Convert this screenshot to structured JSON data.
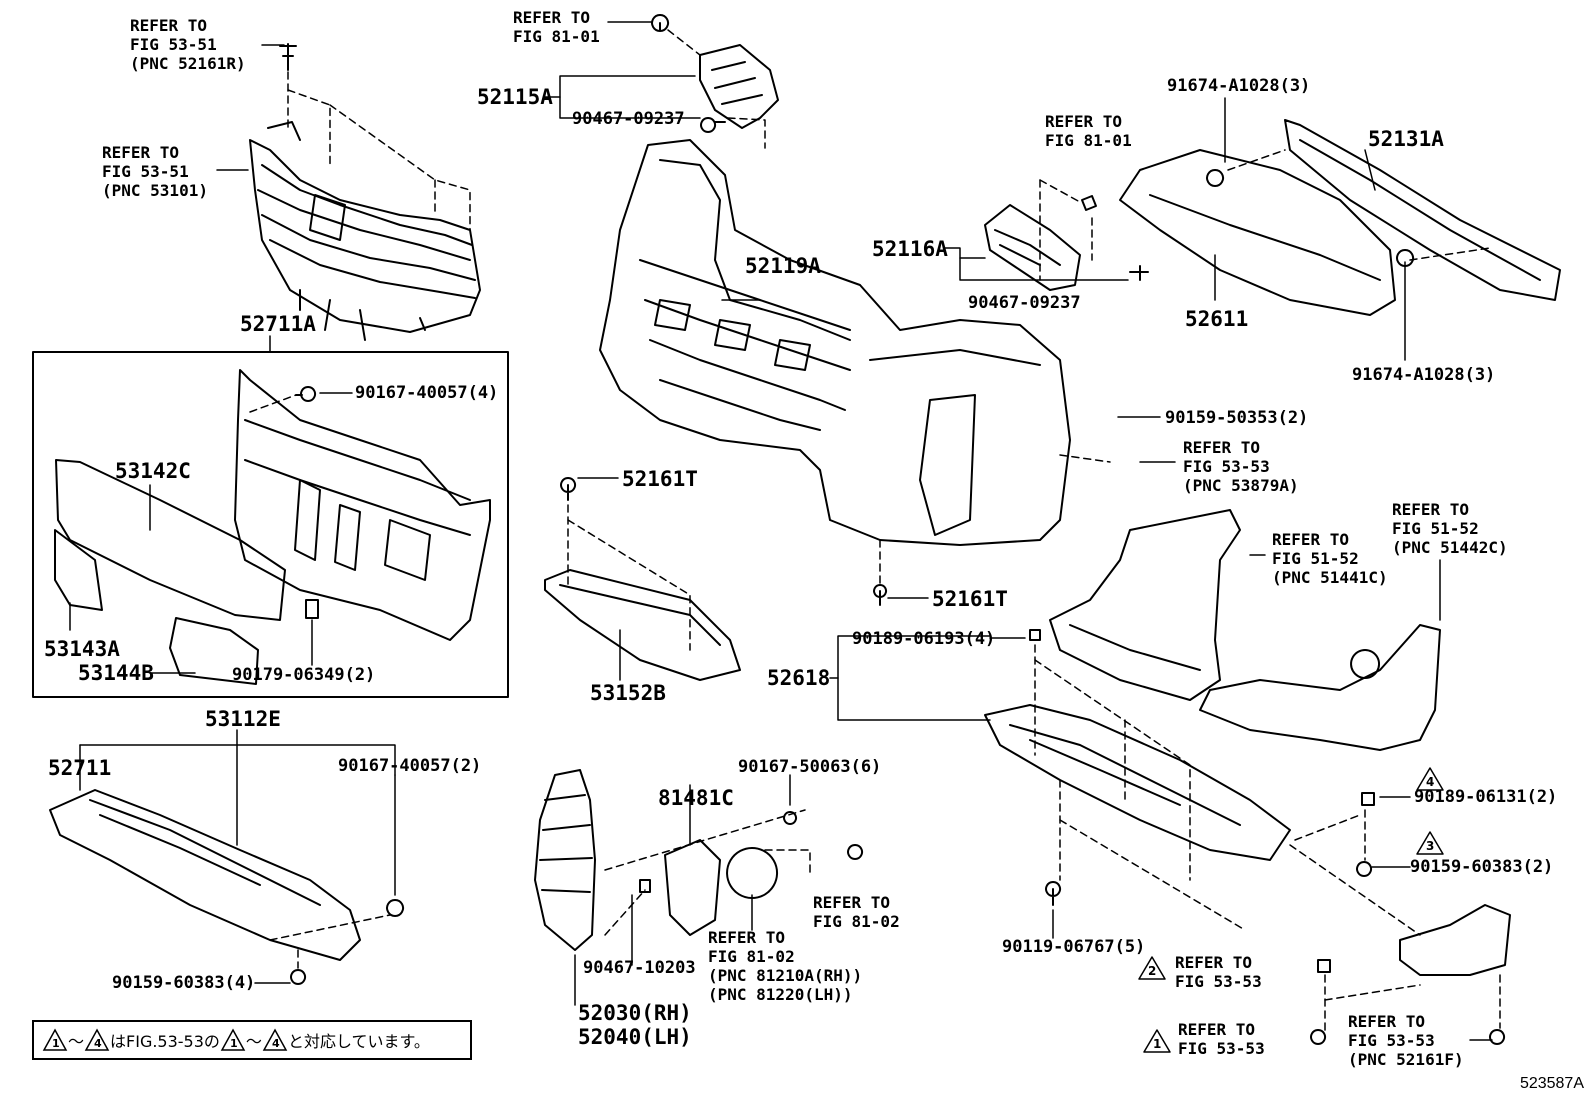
{
  "labels": {
    "l_53_51_r": [
      "REFER TO",
      "FIG 53-51",
      "(PNC 52161R)"
    ],
    "l_53_51_grille": [
      "REFER TO",
      "FIG 53-51",
      "(PNC 53101)"
    ],
    "l_81_01_top": [
      "REFER TO",
      "FIG 81-01"
    ],
    "p_52115A": "52115A",
    "p_90467_09237_a": "90467-09237",
    "p_52119A": "52119A",
    "l_81_01_mid": [
      "REFER TO",
      "FIG 81-01"
    ],
    "p_52116A": "52116A",
    "p_90467_09237_b": "90467-09237",
    "p_91674_top": "91674-A1028(3)",
    "p_52131A": "52131A",
    "p_52611": "52611",
    "p_91674_bot": "91674-A1028(3)",
    "p_52711A": "52711A",
    "p_90167_40057_4": "90167-40057(4)",
    "p_53142C": "53142C",
    "p_53143A": "53143A",
    "p_53144B": "53144B",
    "p_90179_06349": "90179-06349(2)",
    "p_90159_50353": "90159-50353(2)",
    "l_53_53_53879A": [
      "REFER TO",
      "FIG 53-53",
      "(PNC 53879A)"
    ],
    "p_52161T_a": "52161T",
    "p_52161T_b": "52161T",
    "l_51_52_51441C": [
      "REFER TO",
      "FIG 51-52",
      "(PNC 51441C)"
    ],
    "l_51_52_51442C": [
      "REFER TO",
      "FIG 51-52",
      "(PNC 51442C)"
    ],
    "p_53152B": "53152B",
    "p_90189_06193": "90189-06193(4)",
    "p_52618": "52618",
    "p_53112E": "53112E",
    "p_52711": "52711",
    "p_90167_40057_2": "90167-40057(2)",
    "p_90167_50063": "90167-50063(6)",
    "p_81481C": "81481C",
    "l_81_02_a": [
      "REFER TO",
      "FIG 81-02"
    ],
    "l_81_02_b": [
      "REFER TO",
      "FIG 81-02",
      "(PNC 81210A(RH))",
      "(PNC 81220(LH))"
    ],
    "p_90467_10203": "90467-10203",
    "p_52030": "52030(RH)",
    "p_52040": "52040(LH)",
    "p_90159_60383_4": "90159-60383(4)",
    "p_90119_06767": "90119-06767(5)",
    "p_90189_06131": "90189-06131(2)",
    "p_90159_60383_2": "90159-60383(2)",
    "l_53_53_2": [
      "REFER TO",
      "FIG 53-53"
    ],
    "l_53_53_1": [
      "REFER TO",
      "FIG 53-53"
    ],
    "l_53_53_52161F": [
      "REFER TO",
      "FIG 53-53",
      "(PNC 52161F)"
    ],
    "tri_1": "1",
    "tri_2": "2",
    "tri_3": "3",
    "tri_4": "4"
  },
  "note": {
    "tri_a": "1",
    "tilde_a": "〜",
    "tri_b": "4",
    "text_mid": "はFIG.53-53の",
    "tri_c": "1",
    "tilde_b": "〜",
    "tri_d": "4",
    "text_end": "と対応しています。"
  },
  "doc_id": "523587A"
}
